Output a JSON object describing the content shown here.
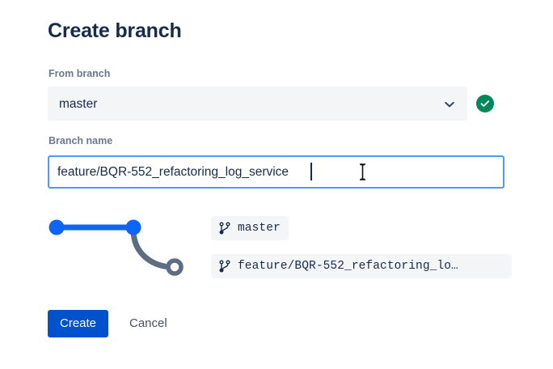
{
  "dialog": {
    "title": "Create branch"
  },
  "from_branch": {
    "label": "From branch",
    "selected": "master",
    "chevron_icon": "chevron-down-icon",
    "status_icon": "check-circle-icon",
    "status_color": "#00875A"
  },
  "branch_name": {
    "label": "Branch name",
    "value": "feature/BQR-552_refactoring_log_service",
    "placeholder": "Branch name",
    "focus_color": "#4C9AFF"
  },
  "graph": {
    "source_branch_color": "#0E65F5",
    "new_branch_color": "#5E6C84",
    "nodes": [
      {
        "name": "commit-node-start",
        "filled": true
      },
      {
        "name": "commit-node-branch-point",
        "filled": true
      },
      {
        "name": "commit-node-new-branch",
        "filled": false
      }
    ]
  },
  "branch_pills": [
    {
      "icon": "git-branch-icon",
      "label": "master"
    },
    {
      "icon": "git-branch-icon",
      "label": "feature/BQR-552_refactoring_lo…"
    }
  ],
  "actions": {
    "create_label": "Create",
    "cancel_label": "Cancel",
    "create_color": "#0052CC"
  }
}
